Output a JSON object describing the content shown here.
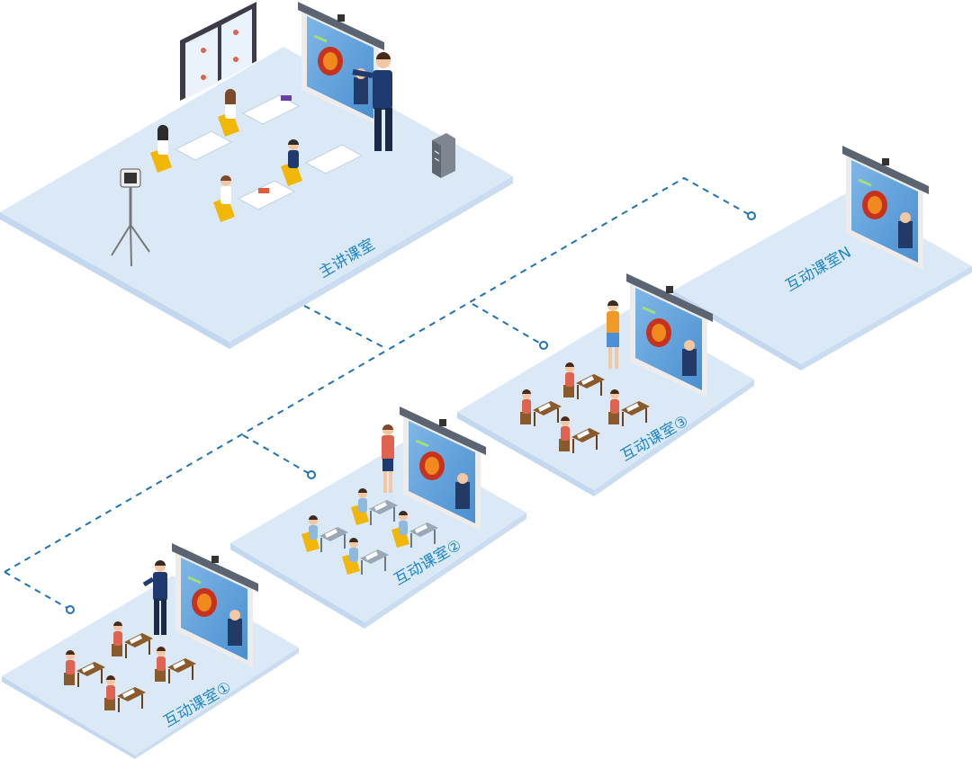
{
  "rooms": {
    "main": {
      "label": "主讲课室"
    },
    "interactive_1": {
      "label": "互动课室①"
    },
    "interactive_2": {
      "label": "互动课室②"
    },
    "interactive_3": {
      "label": "互动课室③"
    },
    "interactive_n": {
      "label": "互动课室N"
    }
  },
  "colors": {
    "platform": "#dbe9f7",
    "platform_edge": "#c3d8ee",
    "connector": "#1f72b8",
    "label": "#1f86c9"
  }
}
